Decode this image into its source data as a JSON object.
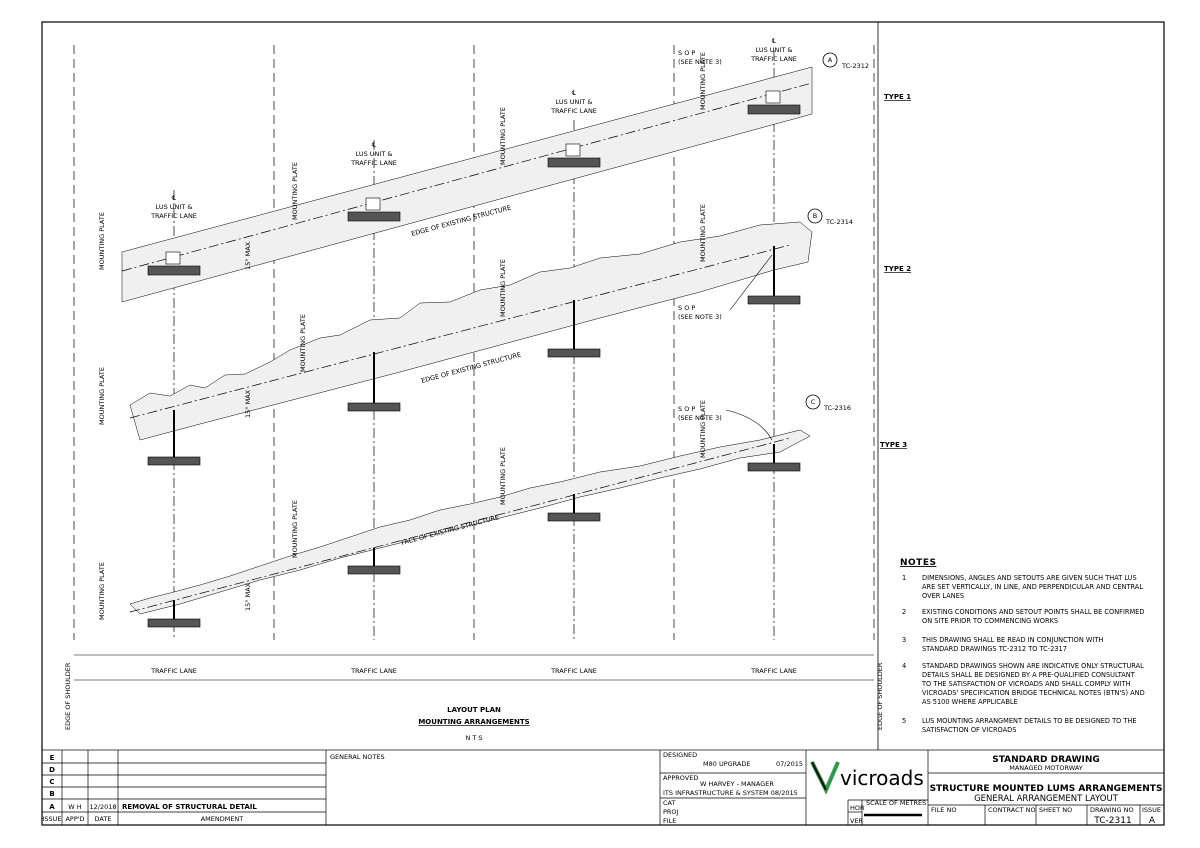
{
  "plan": {
    "title": "LAYOUT PLAN",
    "subtitle": "MOUNTING ARRANGEMENTS",
    "scale_note": "N T S",
    "edge_of_shoulder": "EDGE OF SHOULDER",
    "lane_label": "TRAFFIC LANE",
    "lus_label_line1": "℄",
    "lus_label_line2": "LUS UNIT &",
    "lus_label_line3": "TRAFFIC LANE",
    "mounting_line1": "℄",
    "mounting_line2": "MOUNTING",
    "mounting_line3": "PLATE",
    "max_label": "15° MAX",
    "sop_line1": "S O P",
    "sop_line2": "(SEE NOTE 3)",
    "edge_structure": "EDGE OF EXISTING STRUCTURE",
    "face_structure": "FACE OF EXISTING STRUCTURE"
  },
  "types": [
    {
      "label": "TYPE 1",
      "marker": "A",
      "ref": "TC-2312"
    },
    {
      "label": "TYPE 2",
      "marker": "B",
      "ref": "TC-2314"
    },
    {
      "label": "TYPE 3",
      "marker": "C",
      "ref": "TC-2316"
    }
  ],
  "notes": {
    "heading": "NOTES",
    "items": [
      {
        "num": "1",
        "lines": [
          "DIMENSIONS, ANGLES AND SETOUTS ARE GIVEN SUCH THAT LUS",
          "ARE SET VERTICALLY, IN LINE, AND PERPENDICULAR AND CENTRAL",
          "OVER LANES"
        ]
      },
      {
        "num": "2",
        "lines": [
          "EXISTING CONDITIONS AND SETOUT POINTS SHALL BE CONFIRMED",
          "ON SITE PRIOR TO COMMENCING WORKS"
        ]
      },
      {
        "num": "3",
        "lines": [
          "THIS DRAWING SHALL BE READ IN CONJUNCTION WITH",
          "STANDARD DRAWINGS TC-2312 TO TC-2317"
        ]
      },
      {
        "num": "4",
        "lines": [
          "STANDARD DRAWINGS SHOWN ARE INDICATIVE ONLY STRUCTURAL",
          "DETAILS SHALL BE DESIGNED BY A PRE-QUALIFIED CONSULTANT",
          "TO THE SATISFACTION OF VICROADS AND SHALL COMPLY WITH",
          "VICROADS' SPECIFICATION BRIDGE TECHNICAL NOTES (BTN'S) AND",
          "AS 5100 WHERE APPLICABLE"
        ]
      },
      {
        "num": "5",
        "lines": [
          "LUS MOUNTING ARRANGMENT DETAILS TO BE DESIGNED TO THE",
          "SATISFACTION OF VICROADS"
        ]
      }
    ]
  },
  "titleblock": {
    "issues": [
      "E",
      "D",
      "C",
      "B",
      "A"
    ],
    "row_a": {
      "appd": "W H",
      "date": "12/2018",
      "amendment": "REMOVAL OF STRUCTURAL DETAIL"
    },
    "headers": {
      "issue": "ISSUE",
      "appd": "APP'D",
      "date": "DATE",
      "amendment": "AMENDMENT"
    },
    "general_notes": "GENERAL NOTES",
    "designed_label": "DESIGNED",
    "designed_value": "M80 UPGRADE",
    "designed_date": "07/2015",
    "approved_label": "APPROVED",
    "approved_value": "W HARVEY - MANAGER",
    "approved_line2": "ITS INFRASTRUCTURE & SYSTEM 08/2015",
    "cat": "CAT",
    "proj": "PROJ",
    "file": "FILE",
    "logo_text": "vicroads",
    "hor": "HOR",
    "ver": "VER",
    "scale_label": "SCALE OF METRES",
    "std_title": "STANDARD DRAWING",
    "std_sub": "MANAGED MOTORWAY",
    "drawing_title": "STRUCTURE MOUNTED LUMS ARRANGEMENTS",
    "drawing_sub": "GENERAL ARRANGEMENT LAYOUT",
    "file_no": "FILE NO",
    "contract_no": "CONTRACT NO",
    "sheet_no": "SHEET NO",
    "drawing_no_label": "DRAWING NO",
    "drawing_no": "TC-2311",
    "issue_label": "ISSUE",
    "issue_value": "A"
  },
  "colors": {
    "ink": "#000000",
    "fill": "#f2f2f2",
    "logo_green": "#2e9b4a"
  }
}
